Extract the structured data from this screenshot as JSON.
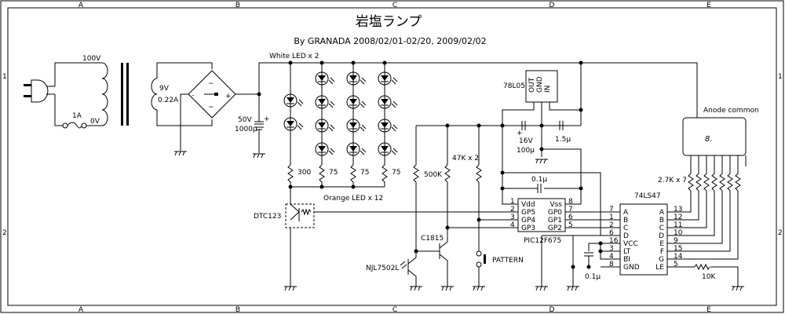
{
  "title": "岩塩ランプ",
  "subtitle": "By GRANADA 2008/02/01-02/20, 2009/02/02",
  "frame": {
    "columns": [
      "A",
      "B",
      "C",
      "D",
      "E"
    ],
    "rows": [
      "1",
      "2"
    ]
  },
  "power": {
    "primary_voltage": "100V",
    "zero_voltage": "0V",
    "fuse": "1A",
    "secondary_voltage": "9V",
    "secondary_current": "0.22A",
    "cap_voltage": "50V",
    "cap_value": "1000μ",
    "bridge_minus": "-",
    "bridge_plus": "+",
    "bridge_ac": "~",
    "cap_plus": "+"
  },
  "leds": {
    "white_label": "White LED x 2",
    "orange_label": "Orange LED x 12",
    "resistors": [
      "300",
      "75",
      "75",
      "75"
    ]
  },
  "regulator": {
    "name": "78L05",
    "pins": [
      "OUT",
      "GND",
      "IN"
    ],
    "cap1_voltage": "16V",
    "cap1_value": "100μ",
    "cap2_value": "1.5μ",
    "cap1_plus": "+"
  },
  "sensor": {
    "r_500k": "500K",
    "r_47k": "47K x 2",
    "transistor": "C1815",
    "phototransistor": "NJL7502L",
    "switch": "PATTERN",
    "driver": "DTC123"
  },
  "pic": {
    "name": "PIC12F675",
    "decoupling": "0.1μ",
    "left_pins": [
      {
        "num": "1",
        "name": "Vdd"
      },
      {
        "num": "2",
        "name": "GP5"
      },
      {
        "num": "3",
        "name": "GP4"
      },
      {
        "num": "4",
        "name": "GP3"
      }
    ],
    "right_pins": [
      {
        "num": "8",
        "name": "Vss"
      },
      {
        "num": "7",
        "name": "GP0"
      },
      {
        "num": "6",
        "name": "GP1"
      },
      {
        "num": "5",
        "name": "GP2"
      }
    ]
  },
  "decoder": {
    "name": "74LS47",
    "decoupling": "0.1μ",
    "left_pins": [
      {
        "num": "7",
        "name": "A"
      },
      {
        "num": "1",
        "name": "B"
      },
      {
        "num": "2",
        "name": "C"
      },
      {
        "num": "6",
        "name": "D"
      },
      {
        "num": "16",
        "name": "VCC"
      },
      {
        "num": "3",
        "name": "LT"
      },
      {
        "num": "4",
        "name": "BI"
      },
      {
        "num": "8",
        "name": "GND"
      }
    ],
    "right_pins": [
      {
        "num": "13",
        "name": "A"
      },
      {
        "num": "12",
        "name": "B"
      },
      {
        "num": "11",
        "name": "C"
      },
      {
        "num": "10",
        "name": "D"
      },
      {
        "num": "9",
        "name": "E"
      },
      {
        "num": "15",
        "name": "F"
      },
      {
        "num": "14",
        "name": "G"
      },
      {
        "num": "5",
        "name": "LE"
      }
    ],
    "segment_resistors": "2.7K x 7",
    "le_resistor": "10K"
  },
  "display": {
    "label": "Anode common",
    "digit": "8."
  }
}
